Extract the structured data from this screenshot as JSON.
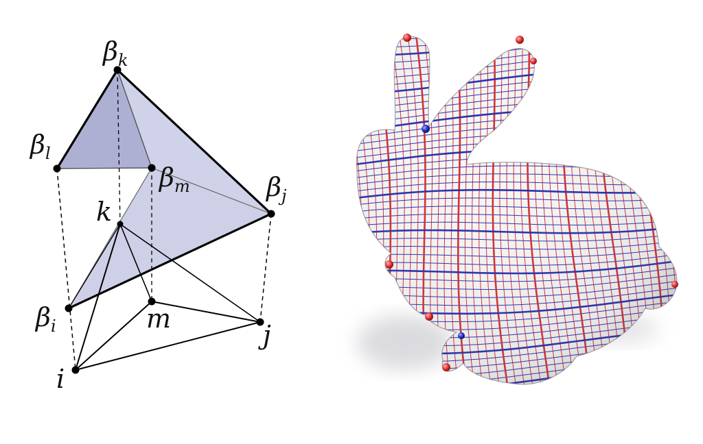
{
  "left_figure": {
    "labels": {
      "beta_k": {
        "main": "β",
        "sub": "k"
      },
      "beta_l": {
        "main": "β",
        "sub": "l"
      },
      "beta_m": {
        "main": "β",
        "sub": "m"
      },
      "beta_j": {
        "main": "β",
        "sub": "j"
      },
      "beta_i": {
        "main": "β",
        "sub": "i"
      },
      "k": "k",
      "m": "m",
      "j": "j",
      "i": "i"
    },
    "colors": {
      "face_dark": "#aeb0d3",
      "face_light": "#cfd2e8",
      "line": "#000000"
    }
  },
  "right_figure": {
    "subject": "bunny",
    "colors": {
      "surface": "#f7f4f4",
      "grid_red": "#d62b2b",
      "grid_blue": "#1f2fb0",
      "marker_red": "#e23b3b",
      "marker_blue": "#2535c4"
    }
  }
}
